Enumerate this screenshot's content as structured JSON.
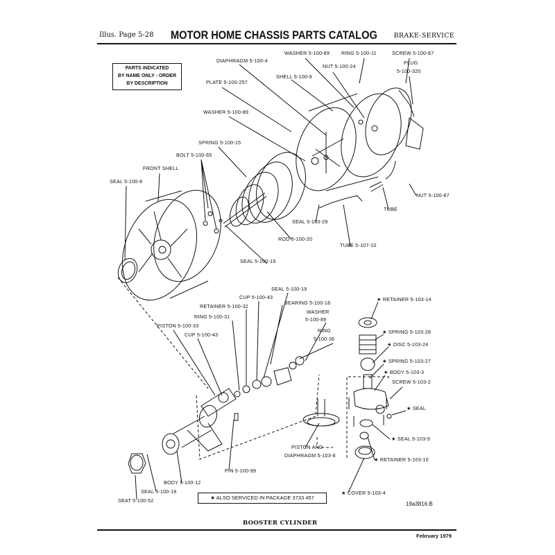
{
  "header": {
    "illus_page": "Illus. Page 5-28",
    "title": "MOTOR HOME CHASSIS PARTS CATALOG",
    "section": "BRAKE-SERVICE"
  },
  "note_box": [
    "PARTS INDICATED",
    "BY NAME ONLY - ORDER",
    "BY DESCRIPTION"
  ],
  "labels": {
    "diaphragm": "DIAPHRAGM 5-100-4",
    "washer_top": "WASHER 5-100-89",
    "ring_top": "RING 5-100-11",
    "screw_top": "SCREW 5-100-87",
    "nut_top": "NUT 5-100-24",
    "plug": "PLUG",
    "plug_num": "5-100-320",
    "shell": "SHELL 5-100-9",
    "plate": "PLATE 5-100-257",
    "washer_mid": "WASHER 5-100-89",
    "spring": "SPRING 5-100-15",
    "bolt": "BOLT 5-100-65",
    "front_shell": "FRONT SHELL",
    "seal_8": "SEAL 5-100-8",
    "seal_103_29": "SEAL 5-103-29",
    "rod": "ROD 5-100-20",
    "tube_107": "TUBE 5-107-10",
    "seal_19_upper": "SEAL 5-100-19",
    "nut_87": "NUT 5-100-87",
    "tube": "TUBE",
    "seal_19_lower": "SEAL 5-100-19",
    "cup_43_a": "CUP 5-100-43",
    "bearing": "BEARING 5-100-18",
    "retainer_32": "RETAINER 5-100-32",
    "washer_low": "WASHER",
    "washer_low_num": "5-100-89",
    "ring_31": "RING 5-100-31",
    "ring_36": "RING",
    "ring_36_num": "5-100-36",
    "piston": "PISTON 5-100-33",
    "cup_43_b": "CUP 5-100-43",
    "retainer_103_14": "★ RETAINER 5-103-14",
    "spring_103_28": "★ SPRING 5-103-28",
    "disc": "★ DISC 5-103-24",
    "spring_103_27": "★ SPRING 5-103-27",
    "body_103_3": "★ BODY 5-103-3",
    "screw_103_2": "SCREW 5-103-2",
    "seal_star": "★ SEAL",
    "seal_103_9": "★ SEAL 5-103-9",
    "retainer_103_10": "★ RETAINER 5-103-10",
    "cover": "★ COVER 5-103-4",
    "piston_and": "PISTON AND",
    "diaphragm_103_8": "DIAPHRAGM 5-103-8",
    "pin": "PIN 5-100-99",
    "body_12": "BODY 5-100-12",
    "seal_19_bottom": "SEAL 5-100-19",
    "seat": "SEAT 5-100-52"
  },
  "package_note": "★ ALSO SERVICED IN PACKAGE 3733 457",
  "figure_id": "19a3816 B",
  "caption": "BOOSTER CYLINDER",
  "date": "February 1979"
}
